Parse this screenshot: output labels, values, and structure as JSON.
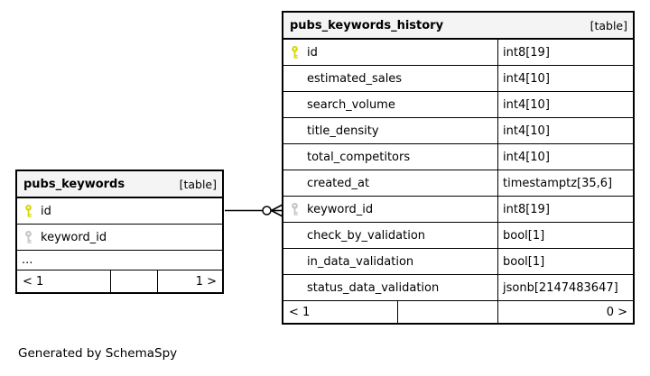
{
  "diagram": {
    "credit": "Generated by SchemaSpy",
    "relationship": {
      "from_table": "pubs_keywords",
      "from_column": "id",
      "to_table": "pubs_keywords_history",
      "to_column": "keyword_id",
      "cardinality": "zero-or-many"
    },
    "colors": {
      "primary_key": "#d9d900",
      "foreign_key": "#c6c6c6",
      "header_bg": "#f4f4f4",
      "border": "#000000"
    }
  },
  "tables": {
    "left": {
      "name": "pubs_keywords",
      "tag": "[table]",
      "columns": [
        {
          "name": "id",
          "key": "primary"
        },
        {
          "name": "keyword_id",
          "key": "foreign"
        }
      ],
      "ellipsis": "...",
      "footer": {
        "left": "< 1",
        "middle": "",
        "right": "1 >"
      }
    },
    "right": {
      "name": "pubs_keywords_history",
      "tag": "[table]",
      "columns": [
        {
          "name": "id",
          "type": "int8[19]",
          "key": "primary"
        },
        {
          "name": "estimated_sales",
          "type": "int4[10]",
          "key": "none"
        },
        {
          "name": "search_volume",
          "type": "int4[10]",
          "key": "none"
        },
        {
          "name": "title_density",
          "type": "int4[10]",
          "key": "none"
        },
        {
          "name": "total_competitors",
          "type": "int4[10]",
          "key": "none"
        },
        {
          "name": "created_at",
          "type": "timestamptz[35,6]",
          "key": "none"
        },
        {
          "name": "keyword_id",
          "type": "int8[19]",
          "key": "foreign"
        },
        {
          "name": "check_by_validation",
          "type": "bool[1]",
          "key": "none"
        },
        {
          "name": "in_data_validation",
          "type": "bool[1]",
          "key": "none"
        },
        {
          "name": "status_data_validation",
          "type": "jsonb[2147483647]",
          "key": "none"
        }
      ],
      "footer": {
        "left": "< 1",
        "middle": "",
        "right": "0 >"
      }
    }
  }
}
